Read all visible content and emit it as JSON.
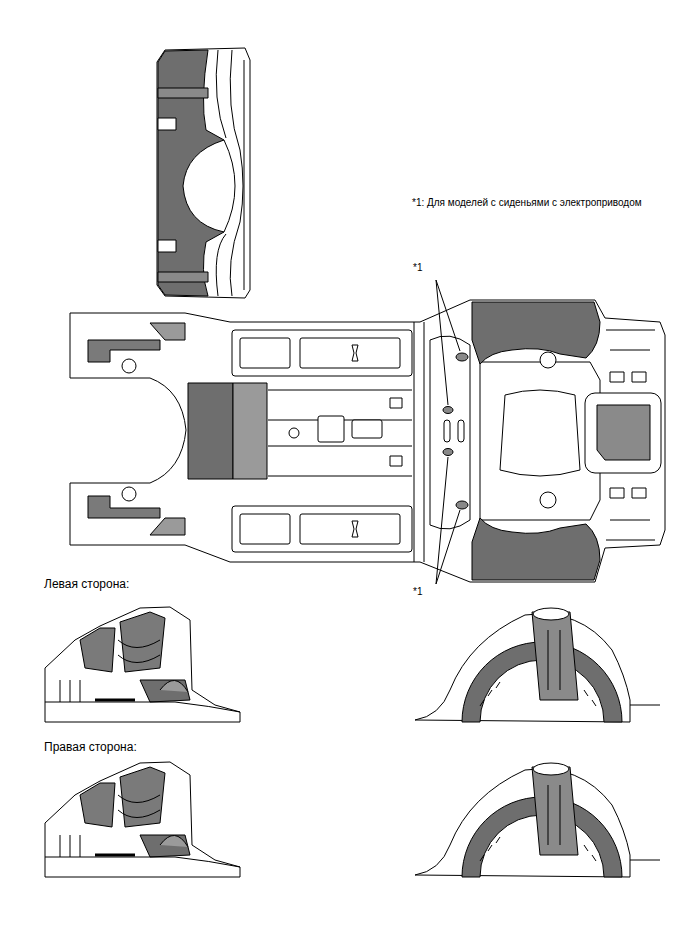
{
  "diagram": {
    "labels": [
      "*1: Для моделей с сиденьями с электроприводом",
      "*1",
      "*1",
      "Левая сторона:",
      "Правая сторона:"
    ]
  }
}
